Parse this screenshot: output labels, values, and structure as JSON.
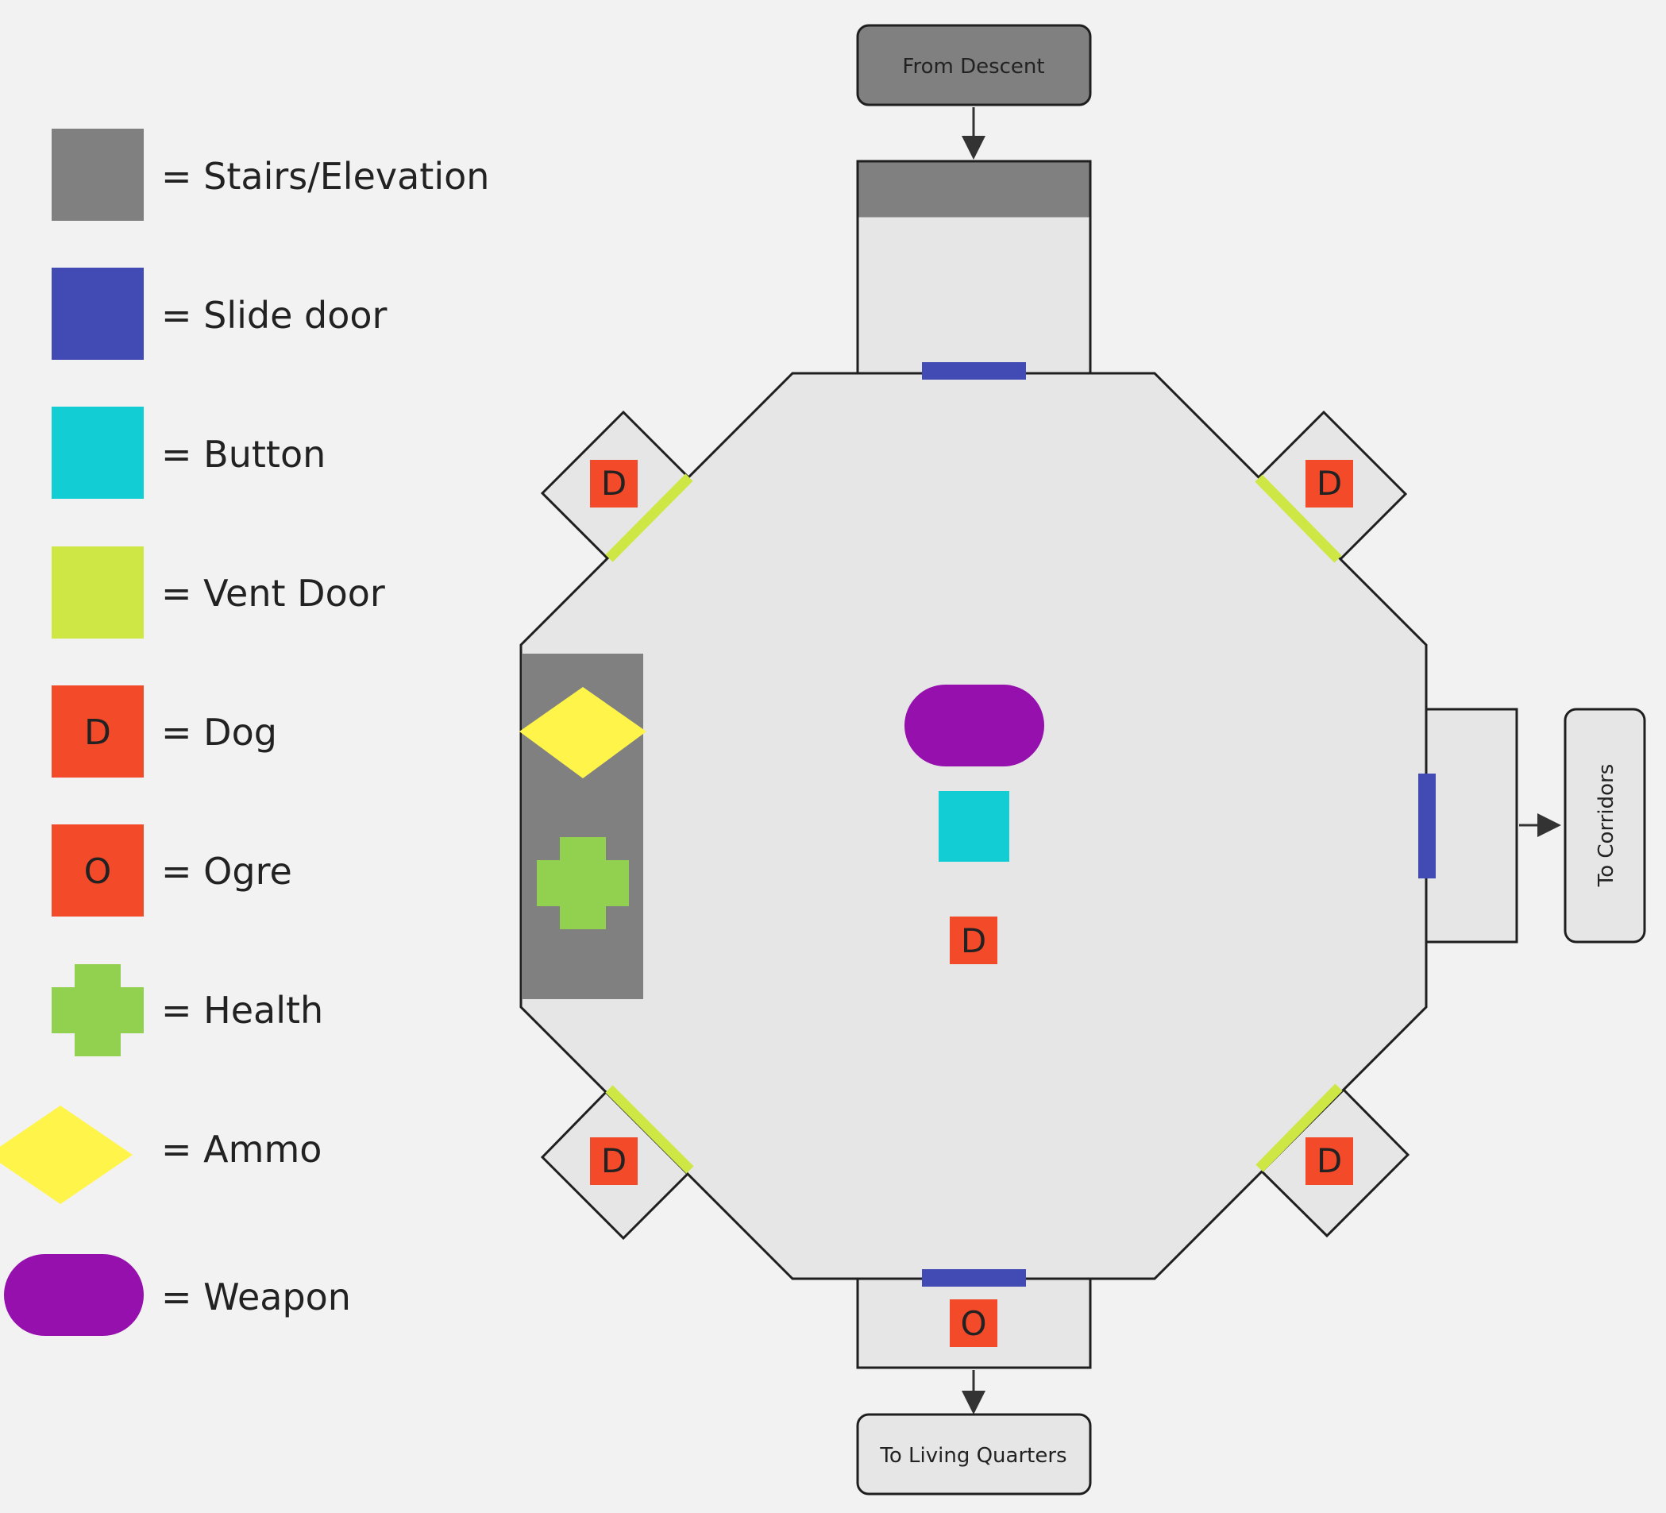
{
  "legend": {
    "items": [
      {
        "id": "stairs",
        "label": "= Stairs/Elevation",
        "color": "#808080"
      },
      {
        "id": "slide-door",
        "label": "= Slide door",
        "color": "#424bb3"
      },
      {
        "id": "button",
        "label": "= Button",
        "color": "#12cdd4"
      },
      {
        "id": "vent-door",
        "label": "= Vent Door",
        "color": "#cee744"
      },
      {
        "id": "dog",
        "label": "= Dog",
        "color": "#f34a2a",
        "letter": "D"
      },
      {
        "id": "ogre",
        "label": "= Ogre",
        "color": "#f34a2a",
        "letter": "O"
      },
      {
        "id": "health",
        "label": "= Health",
        "color": "#92d050"
      },
      {
        "id": "ammo",
        "label": "= Ammo",
        "color": "#fff44a"
      },
      {
        "id": "weapon",
        "label": "= Weapon",
        "color": "#9510ac"
      }
    ]
  },
  "map": {
    "from_descent": "From Descent",
    "to_living_quarters": "To Living Quarters",
    "to_corridors": "To Corridors",
    "dog_letter": "D",
    "ogre_letter": "O"
  },
  "colors": {
    "background": "#f2f2f2",
    "room_fill": "#e6e6e6",
    "outline": "#1f1f1f"
  }
}
